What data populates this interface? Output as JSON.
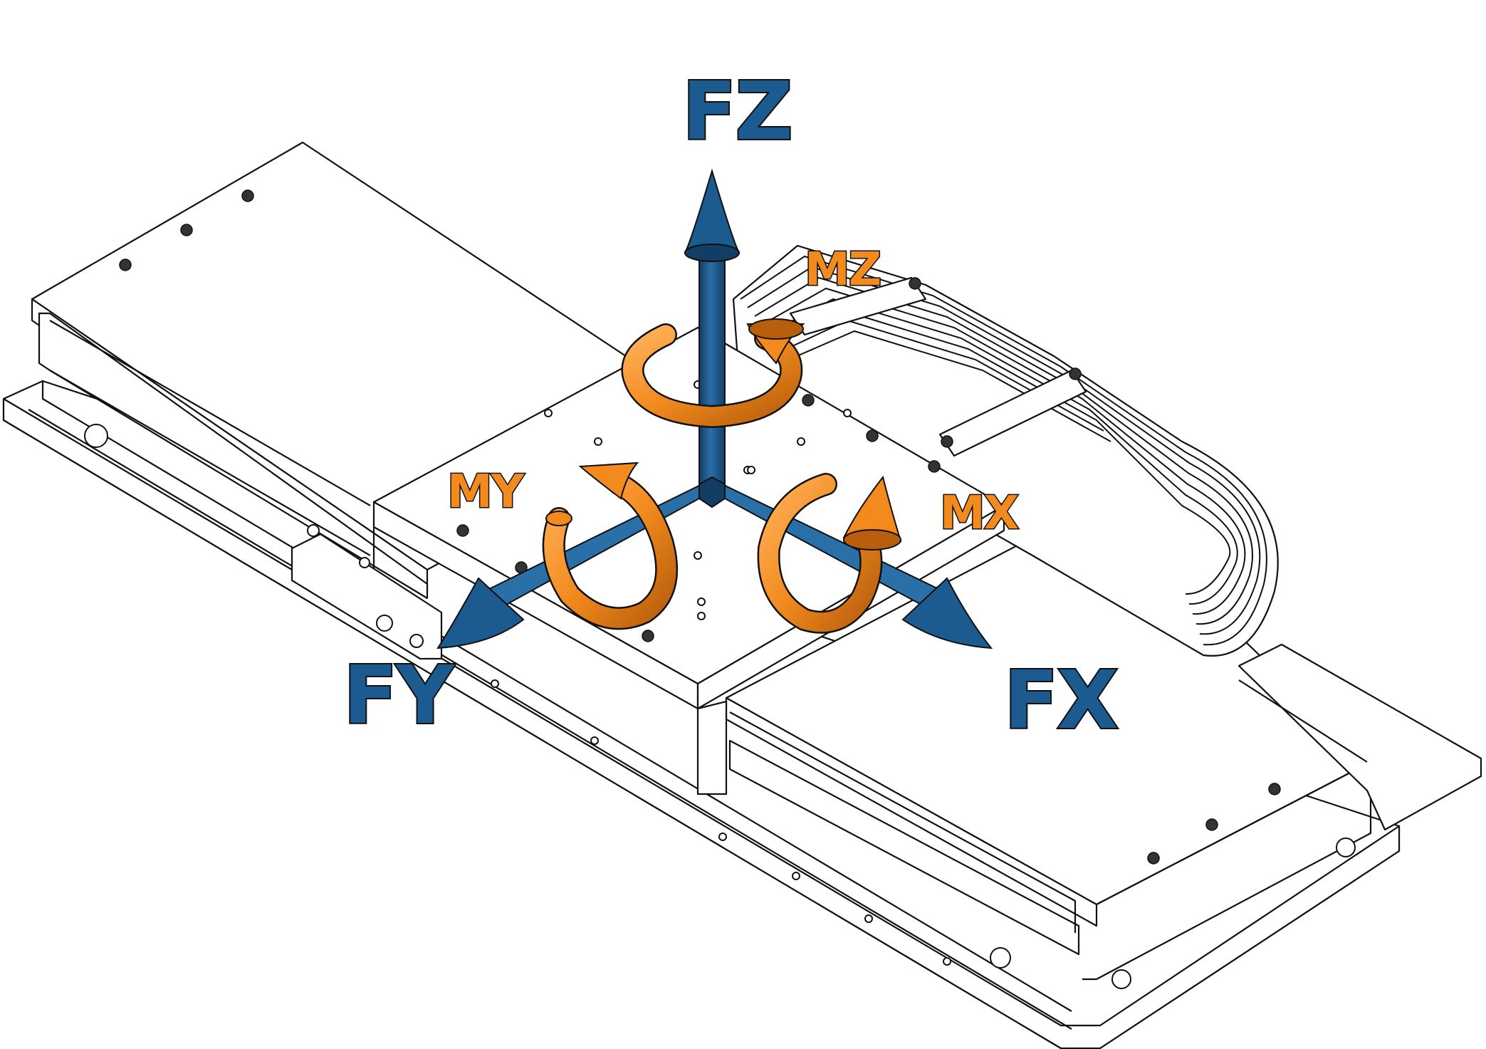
{
  "diagram": {
    "colors": {
      "force": "#1c5b8f",
      "force_dark": "#123e66",
      "moment": "#f28a1e",
      "moment_dark": "#b85e0c",
      "outline": "#111111",
      "background": "#ffffff"
    },
    "forces": [
      {
        "id": "fz",
        "label": "FZ",
        "direction": "up"
      },
      {
        "id": "fx",
        "label": "FX",
        "direction": "down-right"
      },
      {
        "id": "fy",
        "label": "FY",
        "direction": "down-left"
      }
    ],
    "moments": [
      {
        "id": "mz",
        "label": "MZ",
        "axis": "z"
      },
      {
        "id": "mx",
        "label": "MX",
        "axis": "x"
      },
      {
        "id": "my",
        "label": "MY",
        "axis": "y"
      }
    ]
  }
}
